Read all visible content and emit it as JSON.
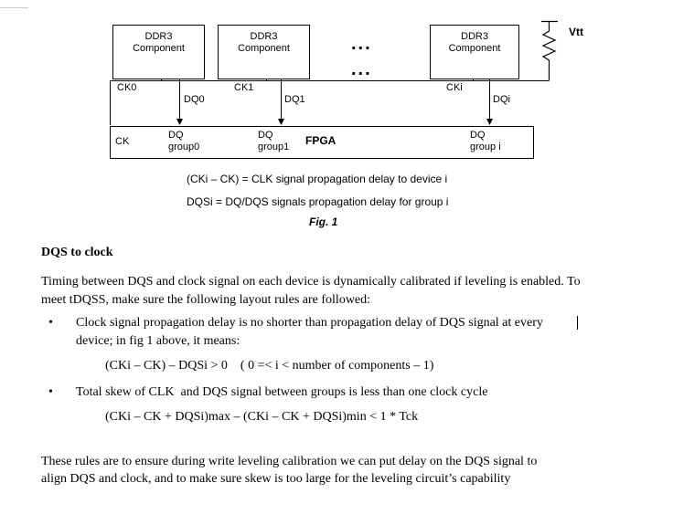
{
  "colors": {
    "text": "#000000",
    "background": "#ffffff"
  },
  "figure": {
    "component_label": "DDR3\nComponent",
    "dots": "...",
    "vtt_label": "Vtt",
    "clock_pins": [
      "CK0",
      "CK1",
      "CKi"
    ],
    "data_pins": [
      "DQ0",
      "DQ1",
      "DQi"
    ],
    "fpga": {
      "clock_label": "CK",
      "name": "FPGA",
      "groups": [
        "DQ\ngroup0",
        "DQ\ngroup1",
        "DQ\ngroup i"
      ]
    },
    "captions": [
      "(CKi – CK) = CLK signal propagation delay to device i",
      "DQSi = DQ/DQS signals propagation delay for group i"
    ],
    "figure_label": "Fig. 1"
  },
  "body": {
    "heading": "DQS to clock",
    "intro": "Timing between DQS and clock signal on each device is dynamically calibrated if leveling is enabled. To meet tDQSS, make sure the following layout rules are followed:",
    "bullet_glyph": "•",
    "bullets": [
      {
        "text": "Clock signal propagation delay is no shorter than propagation delay of DQS signal at every device; in fig 1 above, it means:",
        "formula": "(CKi – CK) – DQSi > 0    ( 0 =< i < number of components – 1)"
      },
      {
        "text": "Total skew of CLK  and DQS signal between groups is less than one clock cycle",
        "formula": "(CKi – CK + DQSi)max – (CKi – CK + DQSi)min < 1 * Tck"
      }
    ],
    "closing": "These rules are to ensure during write leveling calibration we can put delay on the DQS signal to align DQS and clock, and to make sure skew is too large for the leveling circuit’s capability"
  }
}
